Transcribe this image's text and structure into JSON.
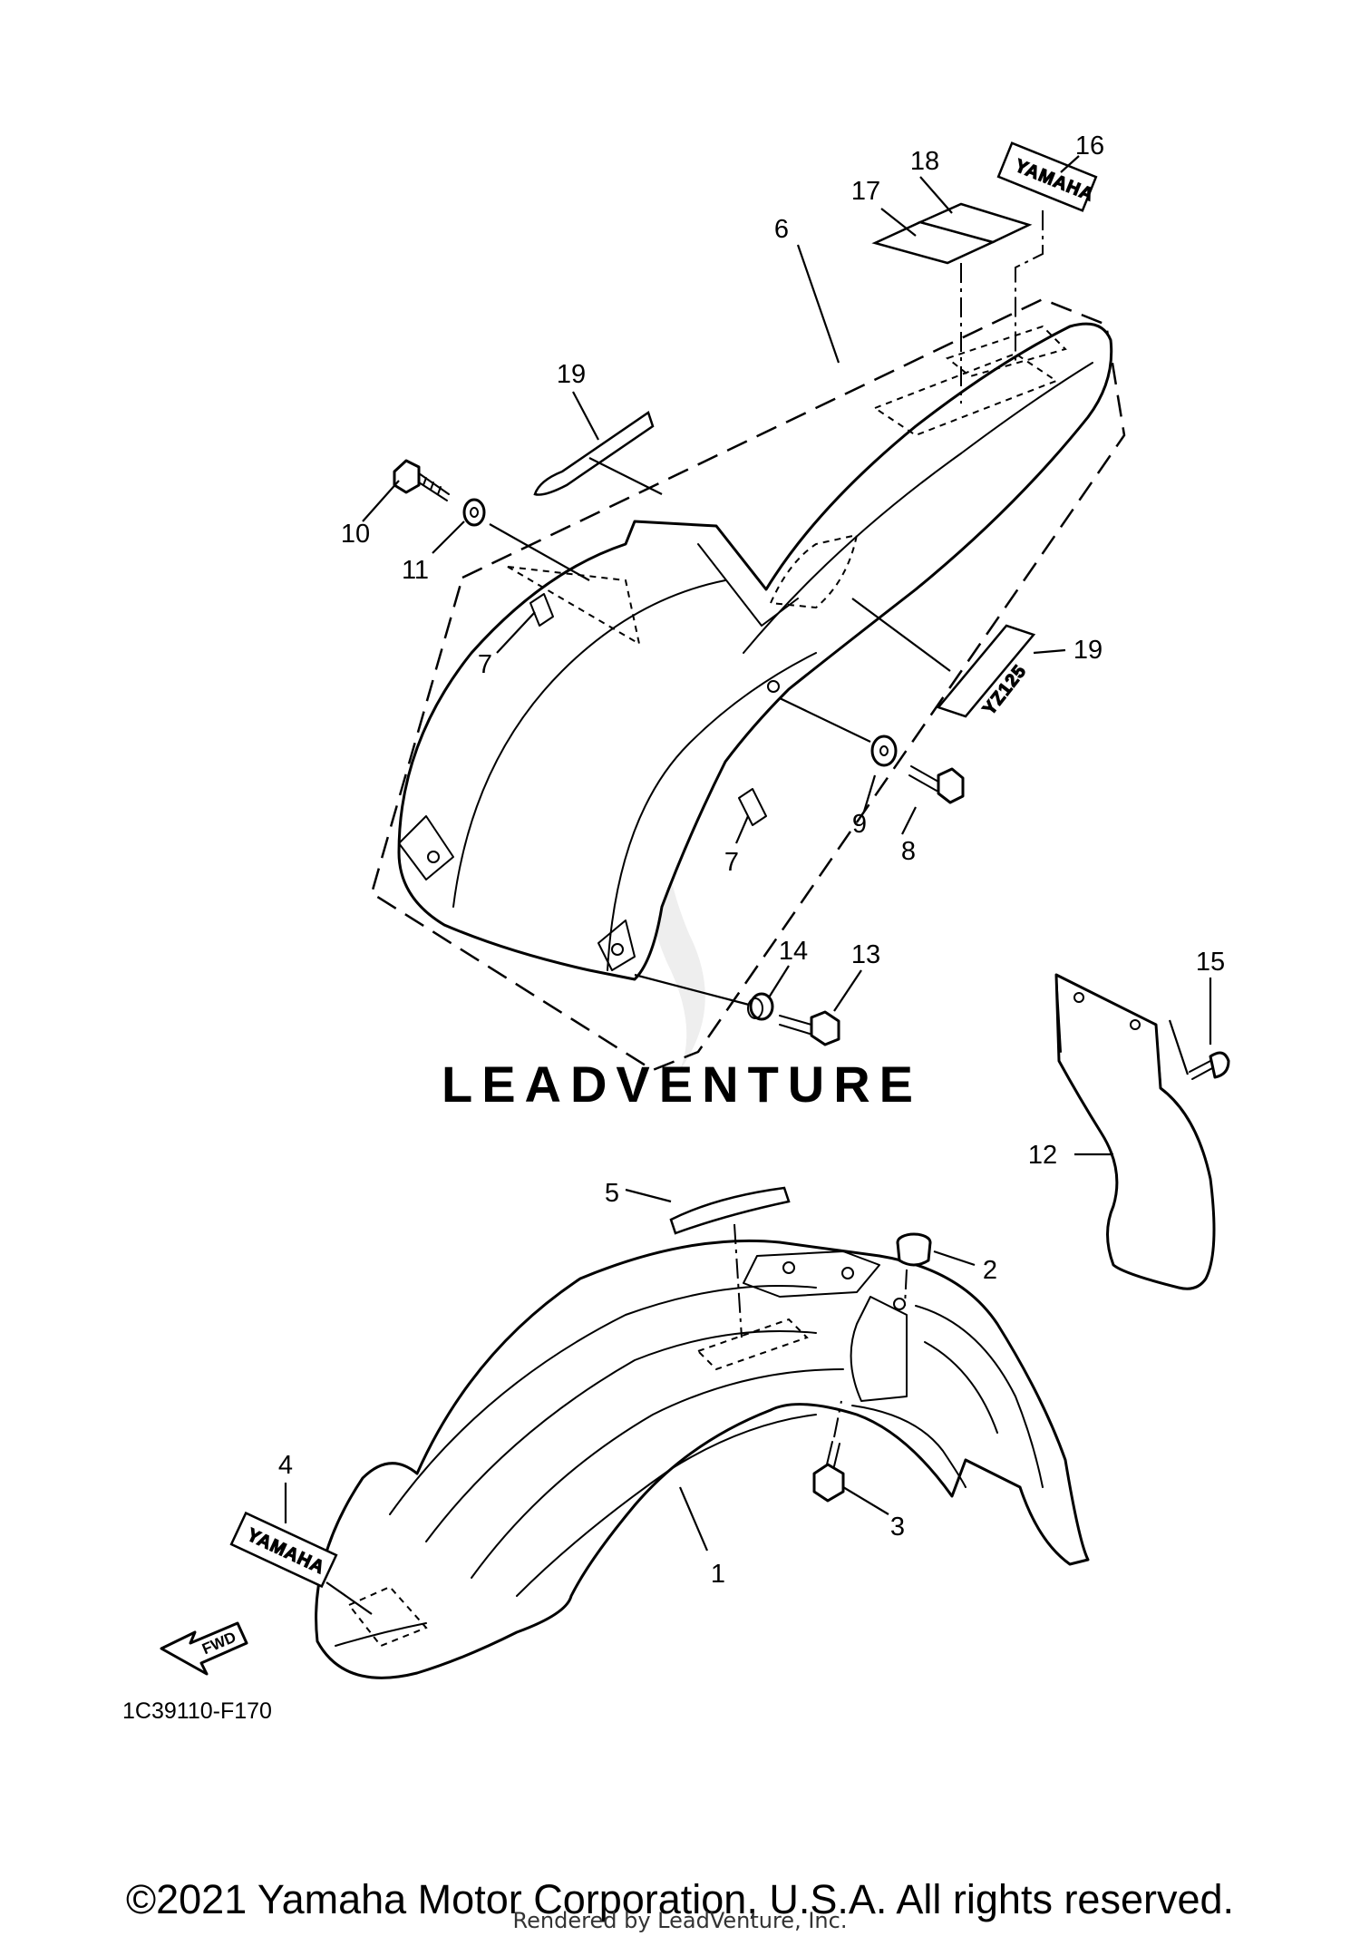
{
  "diagram_code": "1C39110-F170",
  "fwd_arrow_label": "FWD",
  "decal_text": {
    "yamaha_front": "YAMAHA",
    "yamaha_rear": "YAMAHA",
    "model": "YZ125"
  },
  "watermark": "LEADVENTURE",
  "copyright": "©2021 Yamaha Motor Corporation, U.S.A. All rights reserved.",
  "rendered_by": "Rendered by LeadVenture, Inc.",
  "callouts": {
    "c1": "1",
    "c2": "2",
    "c3": "3",
    "c4": "4",
    "c5": "5",
    "c6": "6",
    "c7a": "7",
    "c7b": "7",
    "c8": "8",
    "c9": "9",
    "c10": "10",
    "c11": "11",
    "c12": "12",
    "c13": "13",
    "c14": "14",
    "c15": "15",
    "c16": "16",
    "c17": "17",
    "c18": "18",
    "c19a": "19",
    "c19b": "19"
  }
}
